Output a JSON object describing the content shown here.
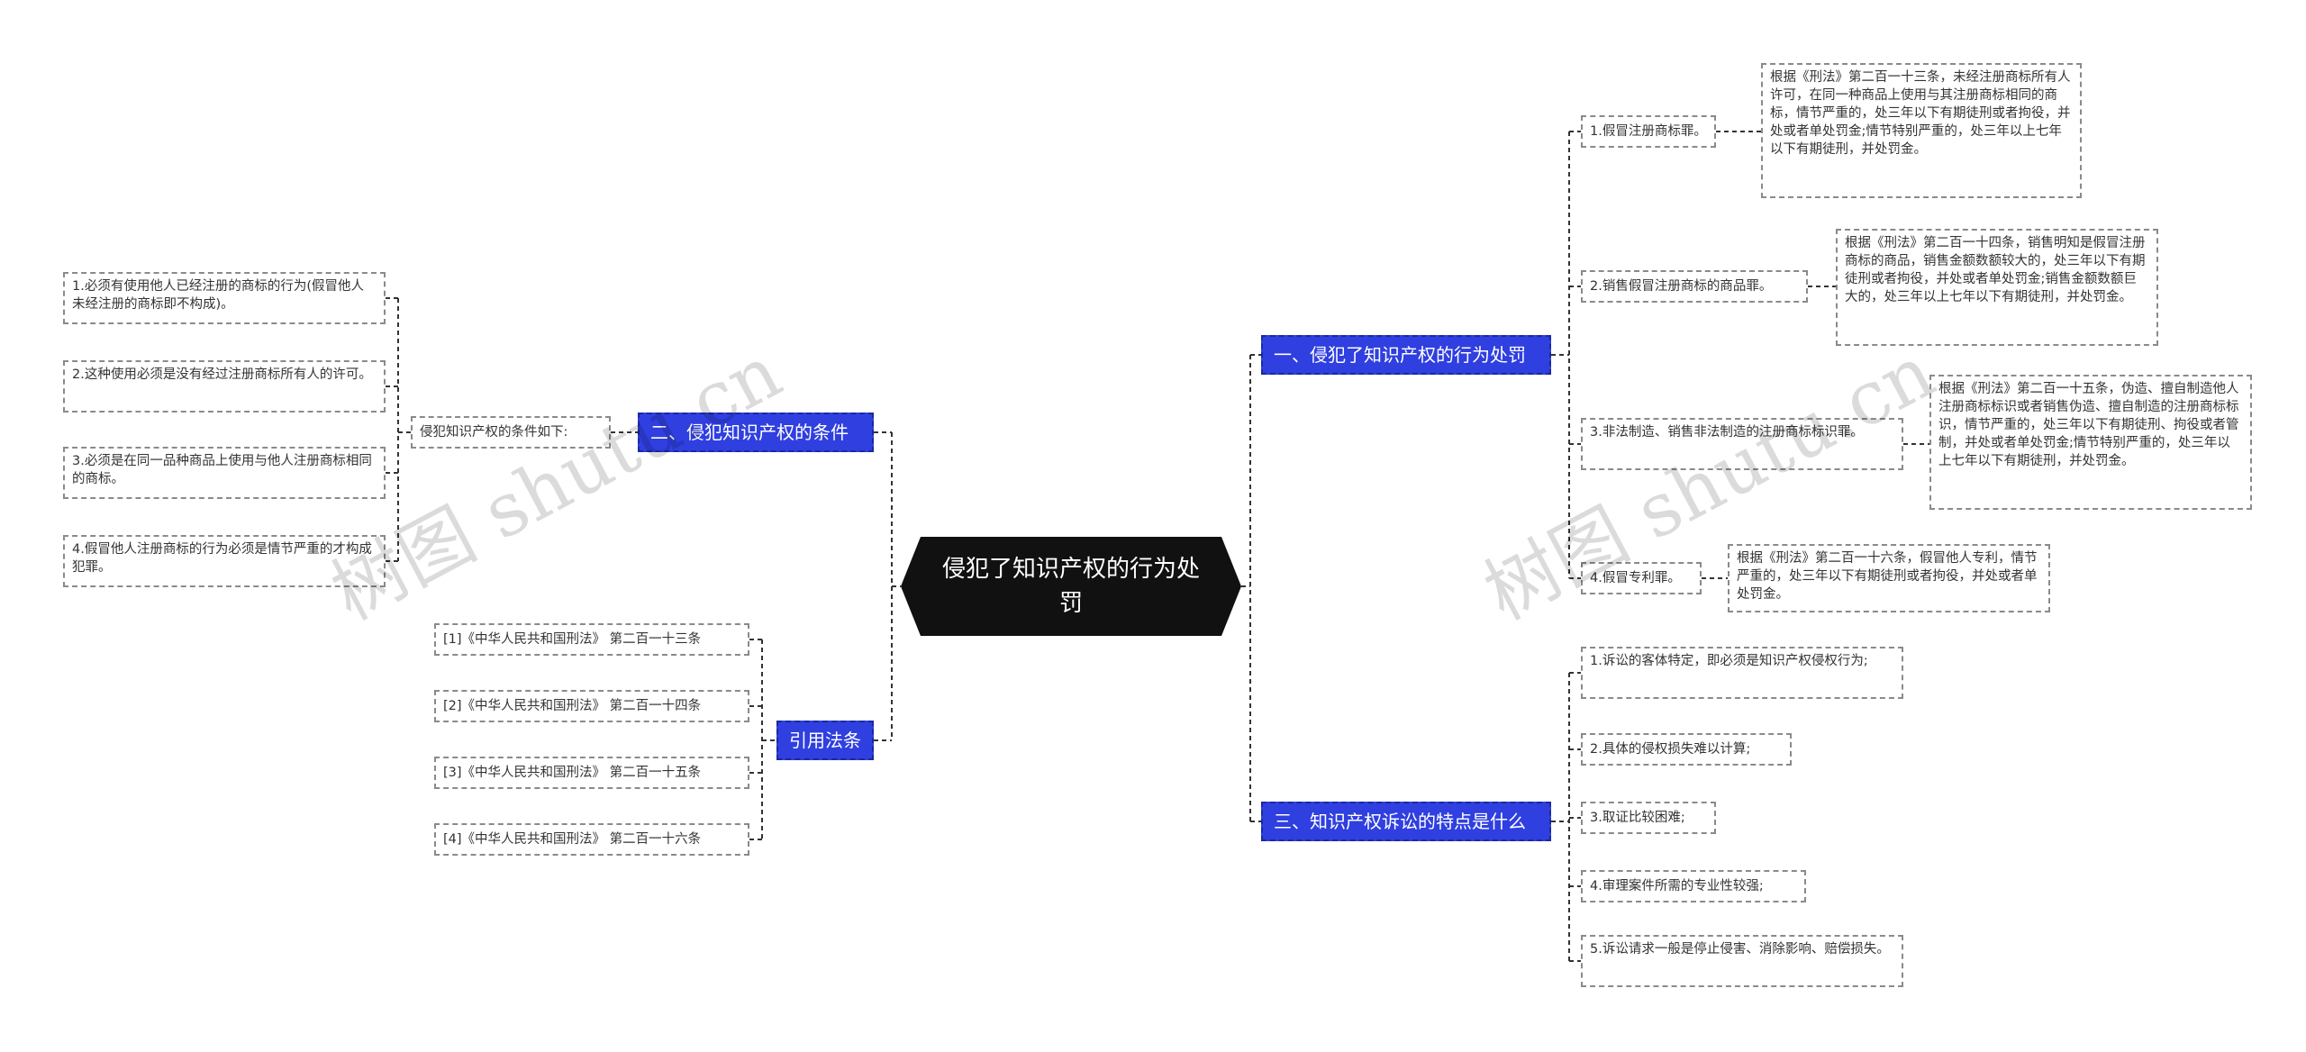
{
  "central": {
    "title": "侵犯了知识产权的行为处罚"
  },
  "branches": {
    "penalty": {
      "label": "一、侵犯了知识产权的行为处罚"
    },
    "conditions": {
      "label": "二、侵犯知识产权的条件"
    },
    "lawsuit": {
      "label": "三、知识产权诉讼的特点是什么"
    },
    "cited": {
      "label": "引用法条"
    }
  },
  "penalty_items": [
    {
      "label": "1.假冒注册商标罪。",
      "detail": "根据《刑法》第二百一十三条，未经注册商标所有人许可，在同一种商品上使用与其注册商标相同的商标，情节严重的，处三年以下有期徒刑或者拘役，并处或者单处罚金;情节特别严重的，处三年以上七年以下有期徒刑，并处罚金。"
    },
    {
      "label": "2.销售假冒注册商标的商品罪。",
      "detail": "根据《刑法》第二百一十四条，销售明知是假冒注册商标的商品，销售金额数额较大的，处三年以下有期徒刑或者拘役，并处或者单处罚金;销售金额数额巨大的，处三年以上七年以下有期徒刑，并处罚金。"
    },
    {
      "label": "3.非法制造、销售非法制造的注册商标标识罪。",
      "detail": "根据《刑法》第二百一十五条，伪造、擅自制造他人注册商标标识或者销售伪造、擅自制造的注册商标标识，情节严重的，处三年以下有期徒刑、拘役或者管制，并处或者单处罚金;情节特别严重的，处三年以上七年以下有期徒刑，并处罚金。"
    },
    {
      "label": "4.假冒专利罪。",
      "detail": "根据《刑法》第二百一十六条，假冒他人专利，情节严重的，处三年以下有期徒刑或者拘役，并处或者单处罚金。"
    }
  ],
  "conditions_hub": "侵犯知识产权的条件如下:",
  "conditions_items": [
    "1.必须有使用他人已经注册的商标的行为(假冒他人未经注册的商标即不构成)。",
    "2.这种使用必须是没有经过注册商标所有人的许可。",
    "3.必须是在同一品种商品上使用与他人注册商标相同的商标。",
    "4.假冒他人注册商标的行为必须是情节严重的才构成犯罪。"
  ],
  "lawsuit_items": [
    "1.诉讼的客体特定，即必须是知识产权侵权行为;",
    "2.具体的侵权损失难以计算;",
    "3.取证比较困难;",
    "4.审理案件所需的专业性较强;",
    "5.诉讼请求一般是停止侵害、消除影响、赔偿损失。"
  ],
  "cited_items": [
    "[1]《中华人民共和国刑法》 第二百一十三条",
    "[2]《中华人民共和国刑法》 第二百一十四条",
    "[3]《中华人民共和国刑法》 第二百一十五条",
    "[4]《中华人民共和国刑法》 第二百一十六条"
  ],
  "watermark": "树图 shutu.cn",
  "colors": {
    "central_bg": "#111111",
    "branch_bg": "#2f3fe0",
    "leaf_border": "#8a8a8a",
    "connector": "#333333"
  }
}
